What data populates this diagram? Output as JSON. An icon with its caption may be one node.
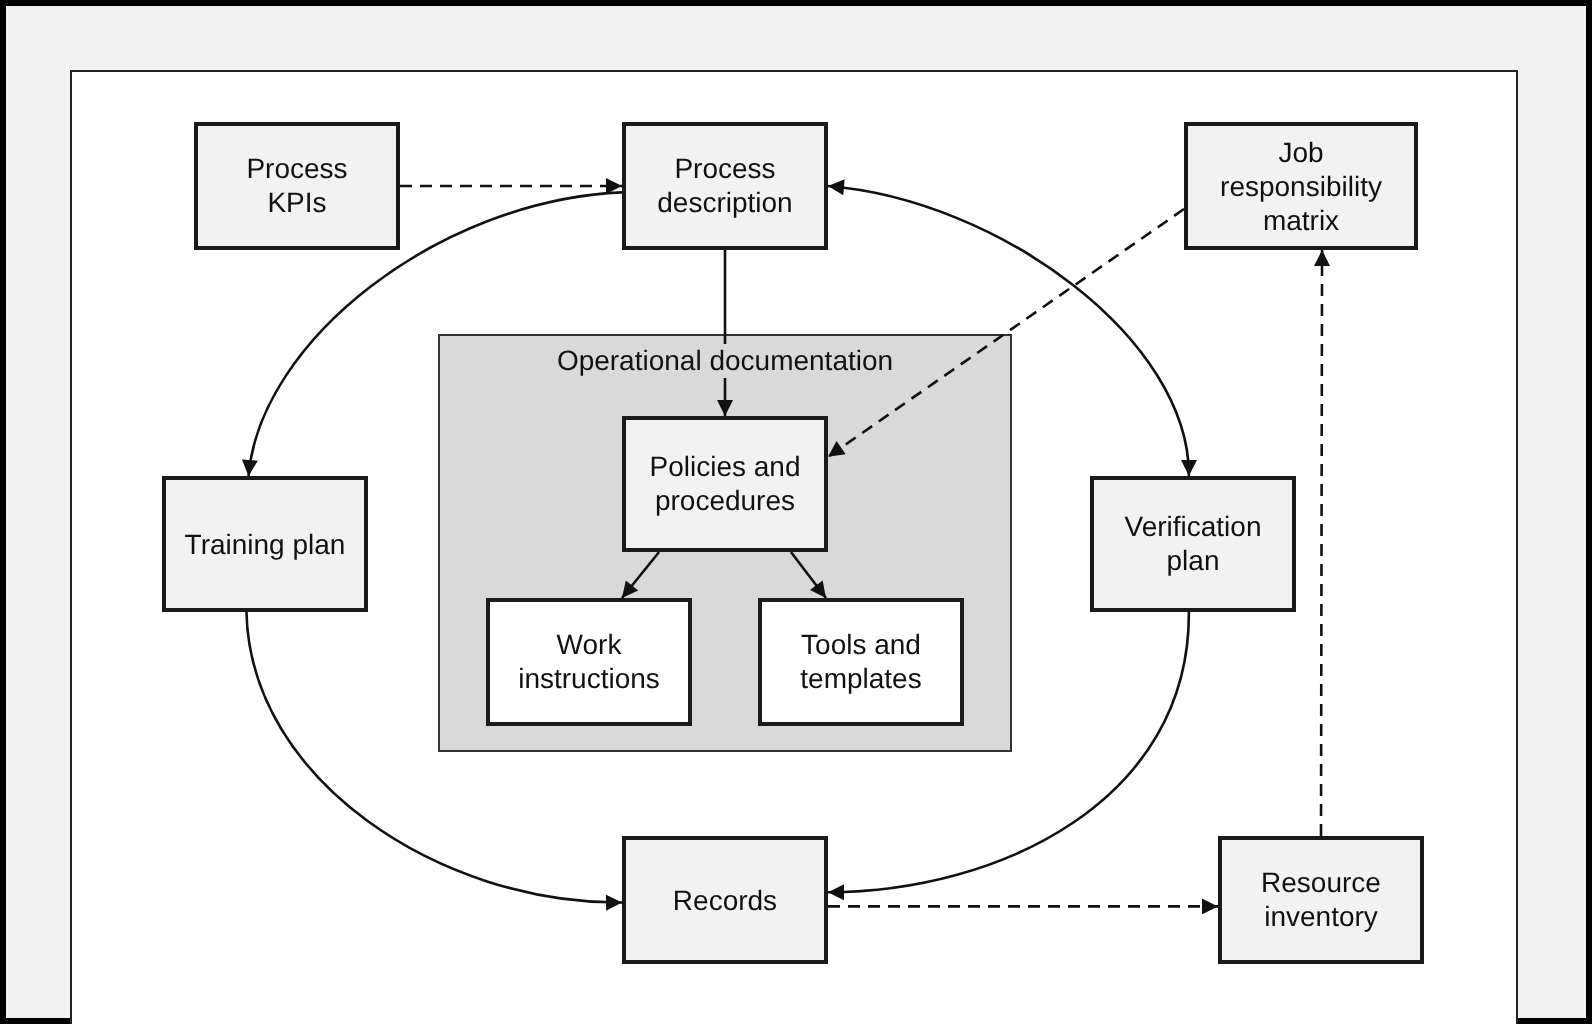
{
  "diagram": {
    "nodes": [
      {
        "text": [
          "Process KPIs"
        ]
      },
      {
        "text": [
          "Process description"
        ]
      },
      {
        "text": [
          "Job responsibility matrix"
        ]
      },
      {
        "text": [
          "Operational documentation"
        ]
      },
      {
        "text": [
          "Policies and procedures"
        ],
        "in": 3
      },
      {
        "text": [
          "Training plan"
        ]
      },
      {
        "text": [
          "Verification plan"
        ]
      },
      {
        "text": [
          "Work instructions"
        ],
        "in": 3
      },
      {
        "text": [
          "Tools and templates"
        ],
        "in": 3
      },
      {
        "text": [
          "Records"
        ]
      },
      {
        "text": [
          "Resource inventory"
        ]
      }
    ],
    "edges": [
      {
        "from": 0,
        "to": 1,
        "arrow": "to",
        "style": "dashed"
      },
      {
        "from": 1,
        "to": 5,
        "arrow": "to"
      },
      {
        "from": 1,
        "to": 6,
        "arrow": "both"
      },
      {
        "from": 1,
        "to": 4,
        "arrow": "to"
      },
      {
        "from": 2,
        "to": 4,
        "arrow": "to",
        "style": "dashed"
      },
      {
        "from": 4,
        "to": 7,
        "arrow": "to"
      },
      {
        "from": 4,
        "to": 8,
        "arrow": "to"
      },
      {
        "from": 5,
        "to": 9,
        "arrow": "to"
      },
      {
        "from": 6,
        "to": 9,
        "arrow": "to"
      },
      {
        "from": 9,
        "to": 10,
        "arrow": "to",
        "style": "dashed"
      },
      {
        "from": 10,
        "to": 2,
        "arrow": "to",
        "style": "dashed"
      }
    ]
  }
}
